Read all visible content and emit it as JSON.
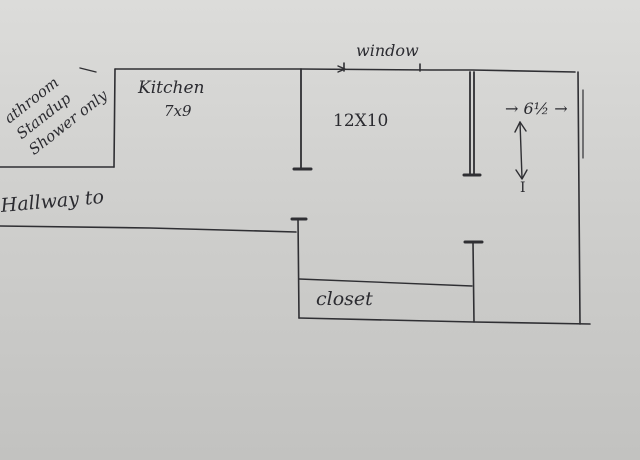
{
  "labels": {
    "bathroom": [
      "athroom",
      "Standup",
      "Shower only"
    ],
    "kitchen": "Kitchen",
    "kitchen_dimensions": "7x9",
    "window": "window",
    "room_dimensions": "12X10",
    "width_note": "→ 6½ →",
    "side_note": "I",
    "hallway": "Hallway to",
    "closet": "closet"
  },
  "colors": {
    "ink": "#2f2f33",
    "paper": "#d6d6d4"
  }
}
